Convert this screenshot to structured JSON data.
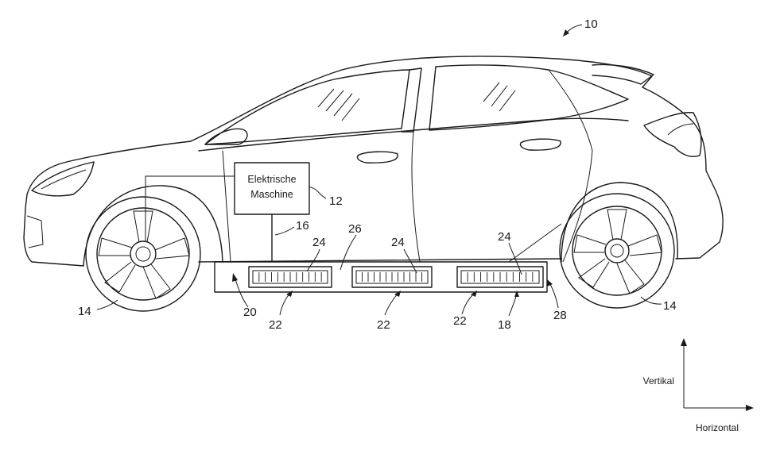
{
  "figure": {
    "figure_ref": "10",
    "machine_label_line1": "Elektrische",
    "machine_label_line2": "Maschine",
    "refs": {
      "machine": "12",
      "wheel_front": "14",
      "wheel_rear": "14",
      "cable": "16",
      "battery_pack": "18",
      "tray_front": "20",
      "module_1": "22",
      "module_2": "22",
      "module_3": "22",
      "cells_1": "24",
      "cells_2": "24",
      "cells_3": "24",
      "housing": "26",
      "housing_end": "28"
    },
    "axis_vertical": "Vertikal",
    "axis_horizontal": "Horizontal"
  }
}
